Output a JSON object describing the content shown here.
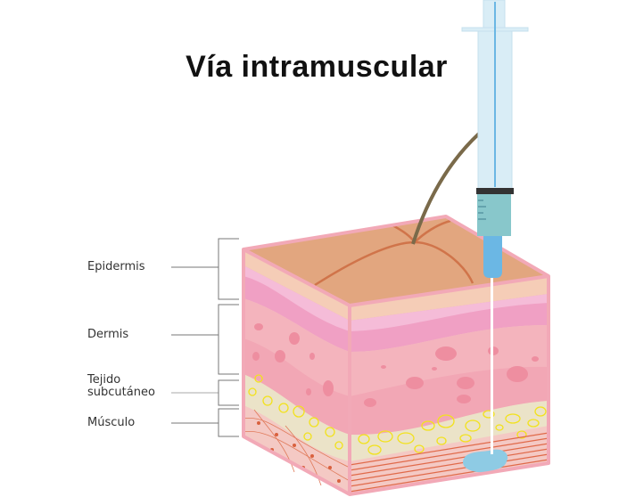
{
  "title": "Vía intramuscular",
  "labels": {
    "epidermis": "Epidermis",
    "dermis": "Dermis",
    "subcutaneous_line1": "Tejido",
    "subcutaneous_line2": "subcutáneo",
    "muscle": "Músculo"
  },
  "colors": {
    "skin_top": "#e2a67f",
    "epidermis": "#f5cdb7",
    "dermis": "#f4b4bd",
    "subcutaneous": "#ebe3c8",
    "fat_cells": "#f2e21c",
    "muscle": "#f4c9c4",
    "muscle_lines": "#e06a4a",
    "syringe_barrel": "#d9edf6",
    "syringe_tip": "#88c7cb",
    "needle_hub": "#6bb7e4",
    "medication": "#8ecbe4"
  }
}
